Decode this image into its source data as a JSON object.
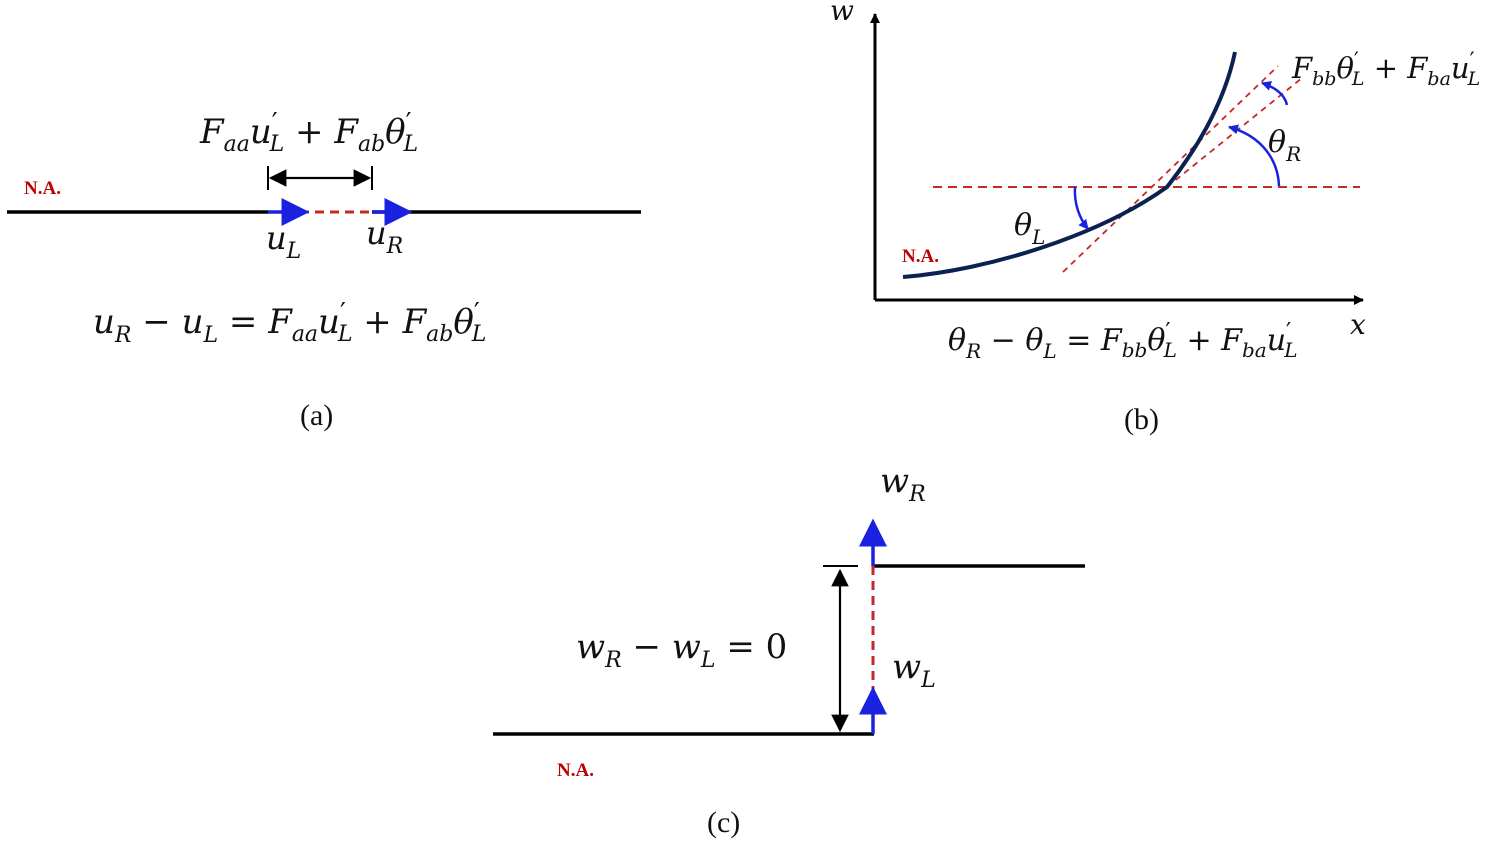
{
  "colors": {
    "beam": "#000000",
    "jump": "#c62828",
    "vector": "#1a22e0",
    "curve": "#0b2150",
    "text": "#111111",
    "na_label": "#c00000"
  },
  "panel_a": {
    "caption": "(a)",
    "neutral_axis_label": "N.A.",
    "gap_label": {
      "F1": "F",
      "s1": "aa",
      "u": "u",
      "p1": "′",
      "s2": "L",
      "plus": " + ",
      "F2": "F",
      "s3": "ab",
      "th": "θ",
      "p2": "′",
      "s4": "L"
    },
    "left_disp": {
      "base": "u",
      "sub": "L"
    },
    "right_disp": {
      "base": "u",
      "sub": "R"
    },
    "equation": {
      "a": "u",
      "as": "R",
      "minus": " − ",
      "b": "u",
      "bs": "L",
      "eq": " = ",
      "F1": "F",
      "s1": "aa",
      "u": "u",
      "p1": "′",
      "s2": "L",
      "plus": " + ",
      "F2": "F",
      "s3": "ab",
      "th": "θ",
      "p2": "′",
      "s4": "L"
    }
  },
  "panel_b": {
    "caption": "(b)",
    "neutral_axis_label": "N.A.",
    "x_axis_label": "x",
    "y_axis_label": "w",
    "theta_left": {
      "base": "θ",
      "sub": "L"
    },
    "theta_right": {
      "base": "θ",
      "sub": "R"
    },
    "jump_label": {
      "F1": "F",
      "s1": "bb",
      "th": "θ",
      "p1": "′",
      "s2": "L",
      "plus": " + ",
      "F2": "F",
      "s3": "ba",
      "u": "u",
      "p2": "′",
      "s4": "L"
    },
    "equation": {
      "a": "θ",
      "as": "R",
      "minus": " − ",
      "b": "θ",
      "bs": "L",
      "eq": " = ",
      "F1": "F",
      "s1": "bb",
      "th": "θ",
      "p1": "′",
      "s2": "L",
      "plus": " + ",
      "F2": "F",
      "s3": "ba",
      "u": "u",
      "p2": "′",
      "s4": "L"
    }
  },
  "panel_c": {
    "caption": "(c)",
    "neutral_axis_label": "N.A.",
    "right_disp": {
      "base": "w",
      "sub": "R"
    },
    "left_disp": {
      "base": "w",
      "sub": "L"
    },
    "equation": {
      "a": "w",
      "as": "R",
      "minus": " − ",
      "b": "w",
      "bs": "L",
      "eq": " = 0"
    }
  }
}
